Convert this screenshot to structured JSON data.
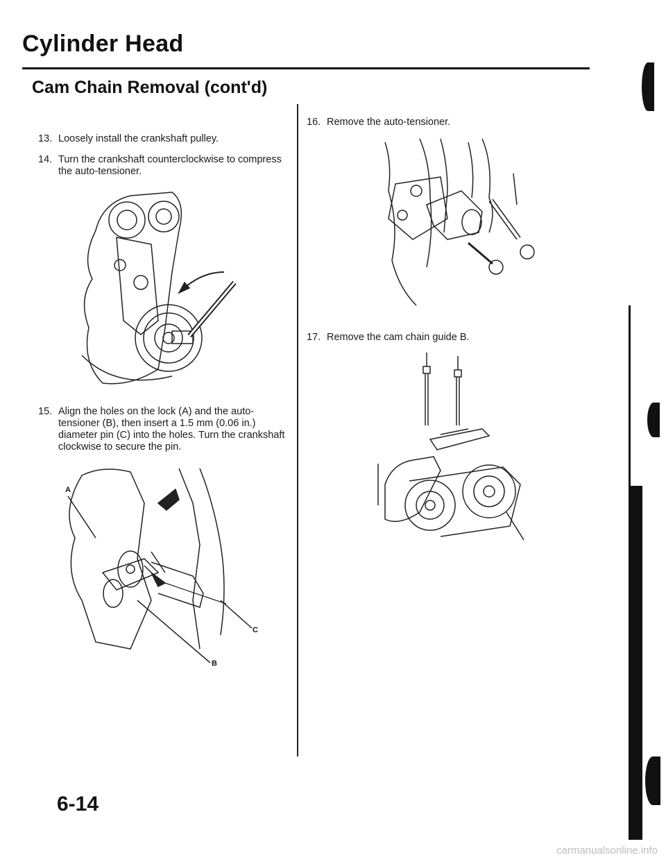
{
  "header": {
    "title": "Cylinder Head",
    "section_title": "Cam Chain Removal (cont'd)"
  },
  "steps": [
    {
      "num": "13.",
      "text": "Loosely install the crankshaft pulley."
    },
    {
      "num": "14.",
      "line1": "Turn the crankshaft counterclockwise to compress",
      "line2": "the auto-tensioner."
    },
    {
      "num": "15.",
      "line1": "Align the holes on the lock (A) and the auto-",
      "line2": "tensioner (B), then insert a 1.5 mm (0.06 in.)",
      "line3": "diameter pin (C) into the holes. Turn the crankshaft",
      "line4": "clockwise to secure the pin."
    },
    {
      "num": "16.",
      "text": "Remove the auto-tensioner."
    },
    {
      "num": "17.",
      "text": "Remove the cam chain guide B."
    }
  ],
  "callouts": {
    "a": "A",
    "b": "B",
    "c": "C"
  },
  "footer": {
    "page_number": "6-14",
    "watermark": "carmanualsonline.info"
  }
}
